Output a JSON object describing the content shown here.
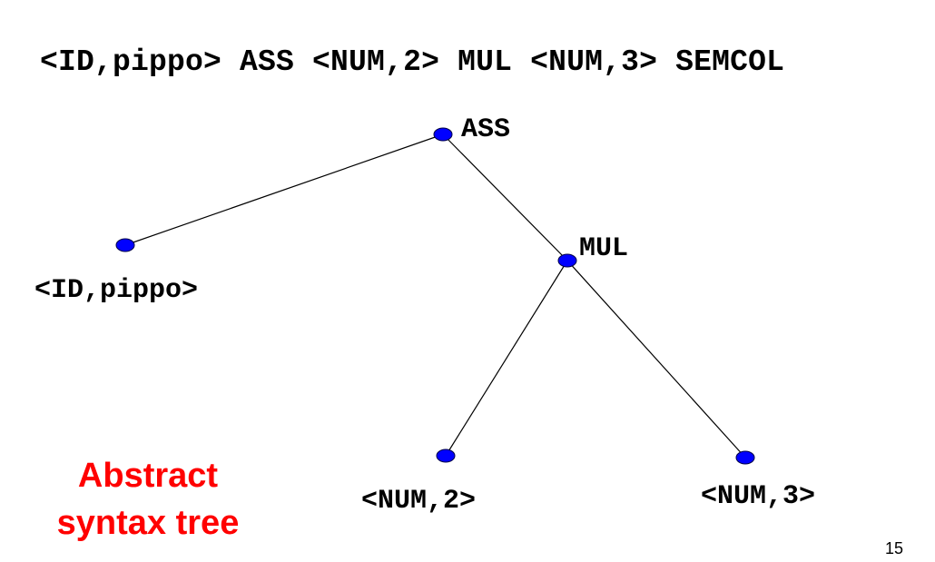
{
  "token_stream": "<ID,pippo> ASS <NUM,2> MUL <NUM,3> SEMCOL",
  "tree": {
    "nodes": {
      "ass": "ASS",
      "mul": "MUL",
      "id": "<ID,pippo>",
      "num2": "<NUM,2>",
      "num3": "<NUM,3>"
    },
    "node_color": "#0000ff",
    "edge_color": "#000000"
  },
  "caption": {
    "line1": "Abstract",
    "line2": "syntax tree",
    "color": "#ff0000"
  },
  "slide_number": "15"
}
